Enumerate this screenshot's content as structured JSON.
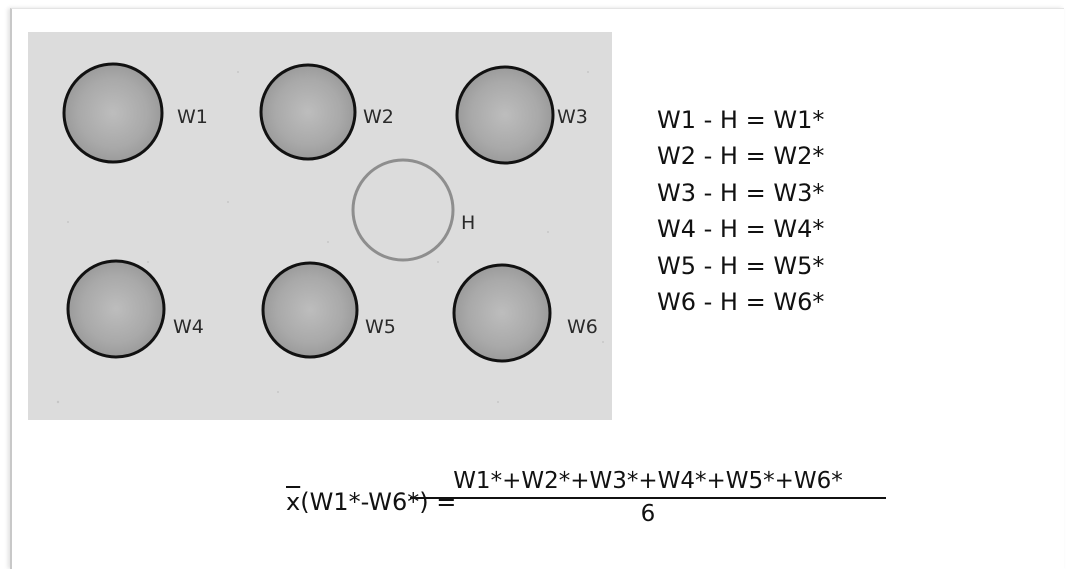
{
  "plate": {
    "wells": [
      {
        "label": "W1"
      },
      {
        "label": "W2"
      },
      {
        "label": "W3"
      },
      {
        "label": "W4"
      },
      {
        "label": "W5"
      },
      {
        "label": "W6"
      }
    ],
    "reference_label": "H"
  },
  "equations": [
    "W1 - H = W1*",
    "W2 - H = W2*",
    "W3 - H = W3*",
    "W4 - H = W4*",
    "W5 - H = W5*",
    "W6 - H = W6*"
  ],
  "mean_formula": {
    "xbar_symbol": "x",
    "lhs": "(W1*-W6*) =",
    "numerator": "W1*+W2*+W3*+W4*+W5*+W6*",
    "denominator": "6"
  }
}
